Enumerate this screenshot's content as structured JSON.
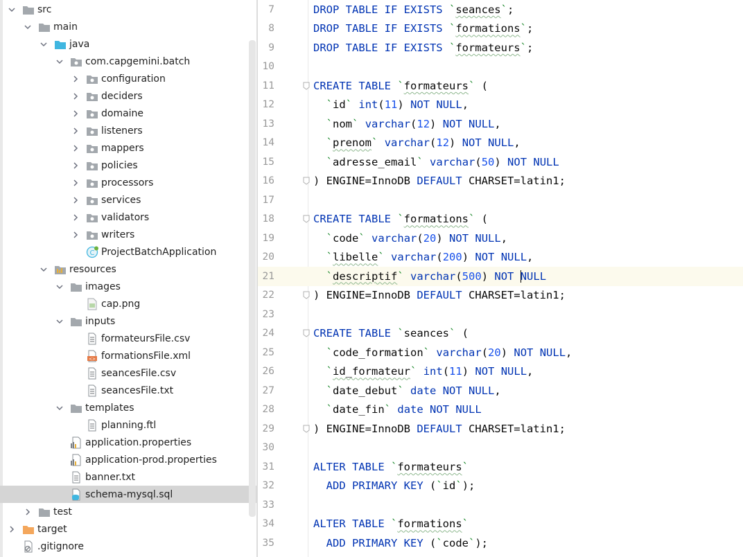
{
  "project_tree": {
    "rows": [
      {
        "label": "src",
        "indent": 1,
        "chevron": "down",
        "icon": "folder-icon"
      },
      {
        "label": "main",
        "indent": 2,
        "chevron": "down",
        "icon": "folder-icon"
      },
      {
        "label": "java",
        "indent": 3,
        "chevron": "down",
        "icon": "source-folder-icon"
      },
      {
        "label": "com.capgemini.batch",
        "indent": 4,
        "chevron": "down",
        "icon": "package-icon"
      },
      {
        "label": "configuration",
        "indent": 5,
        "chevron": "right",
        "icon": "package-icon"
      },
      {
        "label": "deciders",
        "indent": 5,
        "chevron": "right",
        "icon": "package-icon"
      },
      {
        "label": "domaine",
        "indent": 5,
        "chevron": "right",
        "icon": "package-icon"
      },
      {
        "label": "listeners",
        "indent": 5,
        "chevron": "right",
        "icon": "package-icon"
      },
      {
        "label": "mappers",
        "indent": 5,
        "chevron": "right",
        "icon": "package-icon"
      },
      {
        "label": "policies",
        "indent": 5,
        "chevron": "right",
        "icon": "package-icon"
      },
      {
        "label": "processors",
        "indent": 5,
        "chevron": "right",
        "icon": "package-icon"
      },
      {
        "label": "services",
        "indent": 5,
        "chevron": "right",
        "icon": "package-icon"
      },
      {
        "label": "validators",
        "indent": 5,
        "chevron": "right",
        "icon": "package-icon"
      },
      {
        "label": "writers",
        "indent": 5,
        "chevron": "right",
        "icon": "package-icon"
      },
      {
        "label": "ProjectBatchApplication",
        "indent": 5,
        "chevron": "none",
        "icon": "spring-class-icon"
      },
      {
        "label": "resources",
        "indent": 3,
        "chevron": "down",
        "icon": "resources-folder-icon"
      },
      {
        "label": "images",
        "indent": 4,
        "chevron": "down",
        "icon": "folder-icon"
      },
      {
        "label": "cap.png",
        "indent": 5,
        "chevron": "none",
        "icon": "image-file-icon"
      },
      {
        "label": "inputs",
        "indent": 4,
        "chevron": "down",
        "icon": "folder-icon"
      },
      {
        "label": "formateursFile.csv",
        "indent": 5,
        "chevron": "none",
        "icon": "text-file-icon"
      },
      {
        "label": "formationsFile.xml",
        "indent": 5,
        "chevron": "none",
        "icon": "xml-file-icon"
      },
      {
        "label": "seancesFile.csv",
        "indent": 5,
        "chevron": "none",
        "icon": "text-file-icon"
      },
      {
        "label": "seancesFile.txt",
        "indent": 5,
        "chevron": "none",
        "icon": "text-file-icon"
      },
      {
        "label": "templates",
        "indent": 4,
        "chevron": "down",
        "icon": "folder-icon"
      },
      {
        "label": "planning.ftl",
        "indent": 5,
        "chevron": "none",
        "icon": "text-file-icon"
      },
      {
        "label": "application.properties",
        "indent": 4,
        "chevron": "none",
        "icon": "properties-file-icon"
      },
      {
        "label": "application-prod.properties",
        "indent": 4,
        "chevron": "none",
        "icon": "properties-file-icon"
      },
      {
        "label": "banner.txt",
        "indent": 4,
        "chevron": "none",
        "icon": "text-file-icon"
      },
      {
        "label": "schema-mysql.sql",
        "indent": 4,
        "chevron": "none",
        "icon": "sql-file-icon",
        "selected": true
      },
      {
        "label": "test",
        "indent": 2,
        "chevron": "right",
        "icon": "folder-icon"
      },
      {
        "label": "target",
        "indent": 1,
        "chevron": "right",
        "icon": "excluded-folder-icon"
      },
      {
        "label": ".gitignore",
        "indent": 1,
        "chevron": "none",
        "icon": "ignore-file-icon"
      }
    ]
  },
  "editor": {
    "current_line": "21",
    "lines": [
      {
        "n": "7",
        "fold": false,
        "tokens": [
          [
            "kw",
            "DROP TABLE IF EXISTS "
          ],
          [
            "str",
            "`"
          ],
          [
            "ident",
            "seances"
          ],
          [
            "str",
            "`"
          ],
          [
            "p",
            ";"
          ]
        ]
      },
      {
        "n": "8",
        "fold": false,
        "tokens": [
          [
            "kw",
            "DROP TABLE IF EXISTS "
          ],
          [
            "str",
            "`"
          ],
          [
            "ident",
            "formations"
          ],
          [
            "str",
            "`"
          ],
          [
            "p",
            ";"
          ]
        ]
      },
      {
        "n": "9",
        "fold": false,
        "tokens": [
          [
            "kw",
            "DROP TABLE IF EXISTS "
          ],
          [
            "str",
            "`"
          ],
          [
            "ident",
            "formateurs"
          ],
          [
            "str",
            "`"
          ],
          [
            "p",
            ";"
          ]
        ]
      },
      {
        "n": "10",
        "fold": false,
        "tokens": []
      },
      {
        "n": "11",
        "fold": true,
        "tokens": [
          [
            "kw",
            "CREATE TABLE "
          ],
          [
            "str",
            "`"
          ],
          [
            "ident",
            "formateurs"
          ],
          [
            "str",
            "`"
          ],
          [
            "p",
            " ("
          ]
        ]
      },
      {
        "n": "12",
        "fold": false,
        "tokens": [
          [
            "p",
            "  "
          ],
          [
            "str",
            "`"
          ],
          [
            "p",
            "id"
          ],
          [
            "str",
            "`"
          ],
          [
            "p",
            " "
          ],
          [
            "kw",
            "int"
          ],
          [
            "p",
            "("
          ],
          [
            "num",
            "11"
          ],
          [
            "p",
            ") "
          ],
          [
            "kw",
            "NOT NULL"
          ],
          [
            "p",
            ","
          ]
        ]
      },
      {
        "n": "13",
        "fold": false,
        "tokens": [
          [
            "p",
            "  "
          ],
          [
            "str",
            "`"
          ],
          [
            "p",
            "nom"
          ],
          [
            "str",
            "`"
          ],
          [
            "p",
            " "
          ],
          [
            "kw",
            "varchar"
          ],
          [
            "p",
            "("
          ],
          [
            "num",
            "12"
          ],
          [
            "p",
            ") "
          ],
          [
            "kw",
            "NOT NULL"
          ],
          [
            "p",
            ","
          ]
        ]
      },
      {
        "n": "14",
        "fold": false,
        "tokens": [
          [
            "p",
            "  "
          ],
          [
            "str",
            "`"
          ],
          [
            "ident",
            "prenom"
          ],
          [
            "str",
            "`"
          ],
          [
            "p",
            " "
          ],
          [
            "kw",
            "varchar"
          ],
          [
            "p",
            "("
          ],
          [
            "num",
            "12"
          ],
          [
            "p",
            ") "
          ],
          [
            "kw",
            "NOT NULL"
          ],
          [
            "p",
            ","
          ]
        ]
      },
      {
        "n": "15",
        "fold": false,
        "tokens": [
          [
            "p",
            "  "
          ],
          [
            "str",
            "`"
          ],
          [
            "p",
            "adresse_email"
          ],
          [
            "str",
            "`"
          ],
          [
            "p",
            " "
          ],
          [
            "kw",
            "varchar"
          ],
          [
            "p",
            "("
          ],
          [
            "num",
            "50"
          ],
          [
            "p",
            ") "
          ],
          [
            "kw",
            "NOT NULL"
          ]
        ]
      },
      {
        "n": "16",
        "fold": true,
        "tokens": [
          [
            "p",
            ") ENGINE=InnoDB "
          ],
          [
            "kw",
            "DEFAULT"
          ],
          [
            "p",
            " CHARSET=latin1;"
          ]
        ]
      },
      {
        "n": "17",
        "fold": false,
        "tokens": []
      },
      {
        "n": "18",
        "fold": true,
        "tokens": [
          [
            "kw",
            "CREATE TABLE "
          ],
          [
            "str",
            "`"
          ],
          [
            "ident",
            "formations"
          ],
          [
            "str",
            "`"
          ],
          [
            "p",
            " ("
          ]
        ]
      },
      {
        "n": "19",
        "fold": false,
        "tokens": [
          [
            "p",
            "  "
          ],
          [
            "str",
            "`"
          ],
          [
            "p",
            "code"
          ],
          [
            "str",
            "`"
          ],
          [
            "p",
            " "
          ],
          [
            "kw",
            "varchar"
          ],
          [
            "p",
            "("
          ],
          [
            "num",
            "20"
          ],
          [
            "p",
            ") "
          ],
          [
            "kw",
            "NOT NULL"
          ],
          [
            "p",
            ","
          ]
        ]
      },
      {
        "n": "20",
        "fold": false,
        "tokens": [
          [
            "p",
            "  "
          ],
          [
            "str",
            "`"
          ],
          [
            "ident",
            "libelle"
          ],
          [
            "str",
            "`"
          ],
          [
            "p",
            " "
          ],
          [
            "kw",
            "varchar"
          ],
          [
            "p",
            "("
          ],
          [
            "num",
            "200"
          ],
          [
            "p",
            ") "
          ],
          [
            "kw",
            "NOT NULL"
          ],
          [
            "p",
            ","
          ]
        ]
      },
      {
        "n": "21",
        "fold": false,
        "tokens": [
          [
            "p",
            "  "
          ],
          [
            "str",
            "`"
          ],
          [
            "ident",
            "descriptif"
          ],
          [
            "str",
            "`"
          ],
          [
            "p",
            " "
          ],
          [
            "kw",
            "varchar"
          ],
          [
            "p",
            "("
          ],
          [
            "num",
            "500"
          ],
          [
            "p",
            ") "
          ],
          [
            "kw",
            "NOT "
          ],
          [
            "caret",
            ""
          ],
          [
            "kw",
            "NULL"
          ]
        ]
      },
      {
        "n": "22",
        "fold": true,
        "tokens": [
          [
            "p",
            ") ENGINE=InnoDB "
          ],
          [
            "kw",
            "DEFAULT"
          ],
          [
            "p",
            " CHARSET=latin1;"
          ]
        ]
      },
      {
        "n": "23",
        "fold": false,
        "tokens": []
      },
      {
        "n": "24",
        "fold": true,
        "tokens": [
          [
            "kw",
            "CREATE TABLE "
          ],
          [
            "str",
            "`"
          ],
          [
            "p",
            "seances"
          ],
          [
            "str",
            "`"
          ],
          [
            "p",
            " ("
          ]
        ]
      },
      {
        "n": "25",
        "fold": false,
        "tokens": [
          [
            "p",
            "  "
          ],
          [
            "str",
            "`"
          ],
          [
            "p",
            "code_formation"
          ],
          [
            "str",
            "`"
          ],
          [
            "p",
            " "
          ],
          [
            "kw",
            "varchar"
          ],
          [
            "p",
            "("
          ],
          [
            "num",
            "20"
          ],
          [
            "p",
            ") "
          ],
          [
            "kw",
            "NOT NULL"
          ],
          [
            "p",
            ","
          ]
        ]
      },
      {
        "n": "26",
        "fold": false,
        "tokens": [
          [
            "p",
            "  "
          ],
          [
            "str",
            "`"
          ],
          [
            "ident",
            "id_formateur"
          ],
          [
            "str",
            "`"
          ],
          [
            "p",
            " "
          ],
          [
            "kw",
            "int"
          ],
          [
            "p",
            "("
          ],
          [
            "num",
            "11"
          ],
          [
            "p",
            ") "
          ],
          [
            "kw",
            "NOT NULL"
          ],
          [
            "p",
            ","
          ]
        ]
      },
      {
        "n": "27",
        "fold": false,
        "tokens": [
          [
            "p",
            "  "
          ],
          [
            "str",
            "`"
          ],
          [
            "p",
            "date_debut"
          ],
          [
            "str",
            "`"
          ],
          [
            "p",
            " "
          ],
          [
            "kw",
            "date NOT NULL"
          ],
          [
            "p",
            ","
          ]
        ]
      },
      {
        "n": "28",
        "fold": false,
        "tokens": [
          [
            "p",
            "  "
          ],
          [
            "str",
            "`"
          ],
          [
            "p",
            "date_fin"
          ],
          [
            "str",
            "`"
          ],
          [
            "p",
            " "
          ],
          [
            "kw",
            "date NOT NULL"
          ]
        ]
      },
      {
        "n": "29",
        "fold": true,
        "tokens": [
          [
            "p",
            ") ENGINE=InnoDB "
          ],
          [
            "kw",
            "DEFAULT"
          ],
          [
            "p",
            " CHARSET=latin1;"
          ]
        ]
      },
      {
        "n": "30",
        "fold": false,
        "tokens": []
      },
      {
        "n": "31",
        "fold": false,
        "tokens": [
          [
            "kw",
            "ALTER TABLE "
          ],
          [
            "str",
            "`"
          ],
          [
            "ident",
            "formateurs"
          ],
          [
            "str",
            "`"
          ]
        ]
      },
      {
        "n": "32",
        "fold": false,
        "tokens": [
          [
            "p",
            "  "
          ],
          [
            "kw",
            "ADD PRIMARY KEY"
          ],
          [
            "p",
            " ("
          ],
          [
            "str",
            "`"
          ],
          [
            "p",
            "id"
          ],
          [
            "str",
            "`"
          ],
          [
            "p",
            ");"
          ]
        ]
      },
      {
        "n": "33",
        "fold": false,
        "tokens": []
      },
      {
        "n": "34",
        "fold": false,
        "tokens": [
          [
            "kw",
            "ALTER TABLE "
          ],
          [
            "str",
            "`"
          ],
          [
            "ident",
            "formations"
          ],
          [
            "str",
            "`"
          ]
        ]
      },
      {
        "n": "35",
        "fold": false,
        "tokens": [
          [
            "p",
            "  "
          ],
          [
            "kw",
            "ADD PRIMARY KEY"
          ],
          [
            "p",
            " ("
          ],
          [
            "str",
            "`"
          ],
          [
            "p",
            "code"
          ],
          [
            "str",
            "`"
          ],
          [
            "p",
            ");"
          ]
        ]
      }
    ]
  },
  "colors": {
    "keyword": "#0033b3",
    "number": "#1750eb",
    "backtick": "#067d17",
    "selection": "#d5d5d5",
    "current_line": "#fcfaed",
    "folder": "#a3a8ad",
    "source_folder": "#40b6e0",
    "excluded_folder": "#f4a75c"
  }
}
